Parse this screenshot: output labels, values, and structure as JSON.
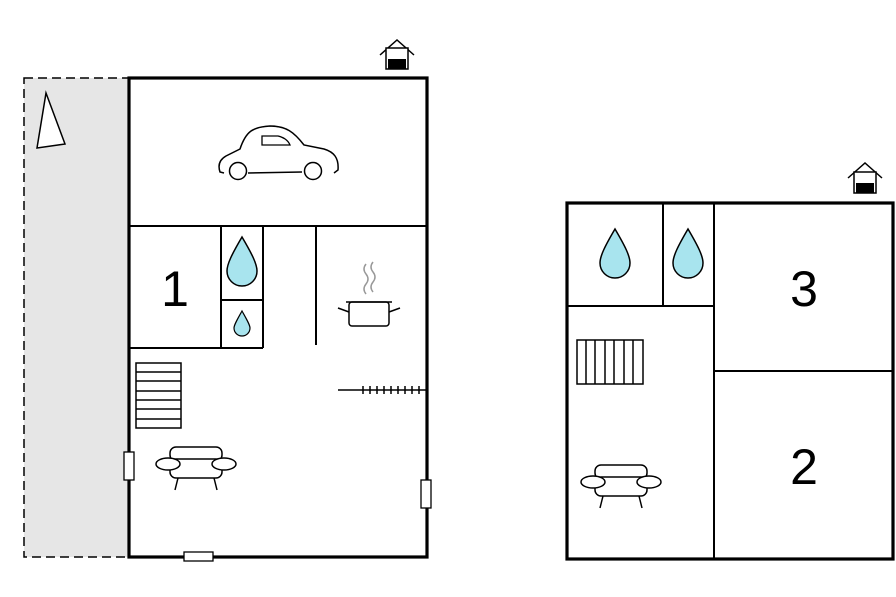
{
  "floors": [
    {
      "rooms": [
        {
          "label": "1"
        }
      ]
    },
    {
      "rooms": [
        {
          "label": "3"
        },
        {
          "label": "2"
        }
      ]
    }
  ],
  "colors": {
    "water": "#a8e4ee",
    "terrace": "#e6e6e6",
    "line": "#000000"
  },
  "icons": [
    "north-arrow-icon",
    "entrance-icon",
    "car-icon",
    "water-drop-icon",
    "cooking-pot-icon",
    "stairs-icon",
    "sofa-icon",
    "window-icon"
  ]
}
